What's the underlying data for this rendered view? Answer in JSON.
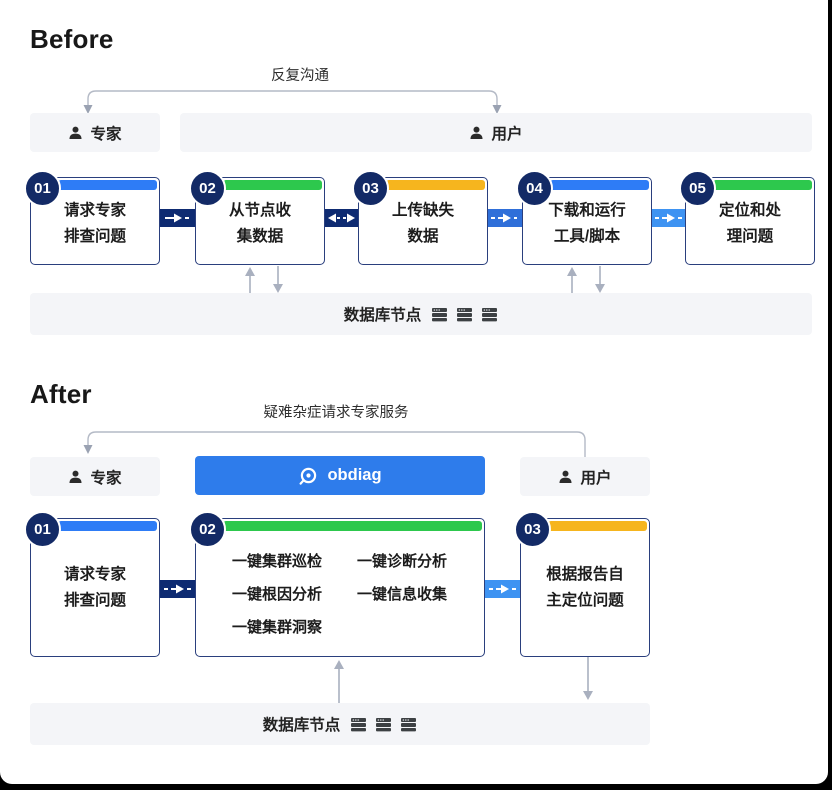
{
  "before": {
    "title": "Before",
    "comm_label": "反复沟通",
    "expert_label": "专家",
    "user_label": "用户",
    "steps": [
      {
        "num": "01",
        "lines": [
          "请求专家",
          "排查问题"
        ],
        "bar_color": "#2E7CF6"
      },
      {
        "num": "02",
        "lines": [
          "从节点收",
          "集数据"
        ],
        "bar_color": "#2DC84D"
      },
      {
        "num": "03",
        "lines": [
          "上传缺失",
          "数据"
        ],
        "bar_color": "#F6B51E"
      },
      {
        "num": "04",
        "lines": [
          "下载和运行",
          "工具/脚本"
        ],
        "bar_color": "#2E7CF6"
      },
      {
        "num": "05",
        "lines": [
          "定位和处",
          "理问题"
        ],
        "bar_color": "#2DC84D"
      }
    ],
    "db_label": "数据库节点"
  },
  "after": {
    "title": "After",
    "comm_label": "疑难杂症请求专家服务",
    "expert_label": "专家",
    "user_label": "用户",
    "obdiag_label": "obdiag",
    "steps": [
      {
        "num": "01",
        "lines": [
          "请求专家",
          "排查问题"
        ],
        "bar_color": "#2E7CF6"
      },
      {
        "num": "02",
        "lines": [],
        "bar_color": "#2DC84D"
      },
      {
        "num": "03",
        "lines": [
          "根据报告自",
          "主定位问题"
        ],
        "bar_color": "#F6B51E"
      }
    ],
    "features": [
      "一键集群巡检",
      "一键诊断分析",
      "一键根因分析",
      "一键信息收集",
      "一键集群洞察"
    ],
    "db_label": "数据库节点"
  },
  "colors": {
    "accent_blue": "#2E7CEB",
    "bar_blue": "#2E7CF6",
    "bar_green": "#2DC84D",
    "bar_yellow": "#F6B51E",
    "connector_navy": "#0E2B72",
    "connector_medium_blue": "#2F6FD9",
    "connector_light_blue": "#3E93F2",
    "badge_navy": "#132A66",
    "box_background": "#F4F5F8",
    "arrow_gray": "#A9B0BF"
  },
  "icons": {
    "person": "person-icon",
    "server": "server-icon",
    "obdiag": "magnifier-icon"
  }
}
